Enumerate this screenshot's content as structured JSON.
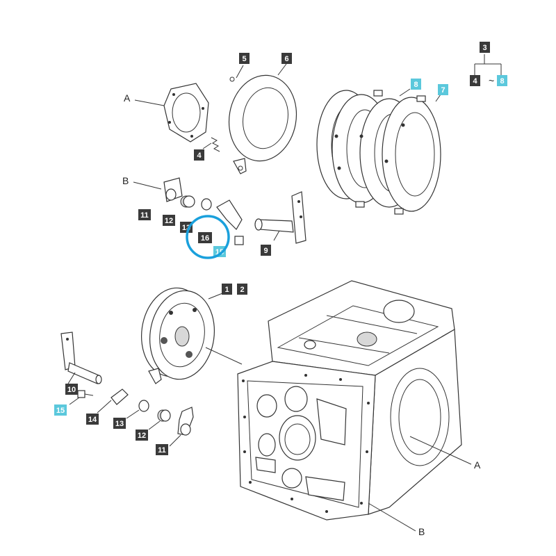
{
  "letters": {
    "a_top": "A",
    "b_top": "B",
    "a_bottom": "A",
    "b_bottom": "B",
    "tilde": "~"
  },
  "tags": {
    "t1": "1",
    "t2": "2",
    "t3": "3",
    "t4_legend": "4",
    "t8_legend": "8",
    "t5": "5",
    "t6": "6",
    "t8": "8",
    "t7": "7",
    "t4": "4",
    "t11_top": "11",
    "t12_top": "12",
    "t13_top": "13",
    "t16": "16",
    "t15_top": "15",
    "t9": "9",
    "t10": "10",
    "t15_bottom": "15",
    "t14": "14",
    "t13_bottom": "13",
    "t12_bottom": "12",
    "t11_bottom": "11"
  },
  "colors": {
    "dark_tag": "#3a3a3a",
    "cyan_tag": "#5bc8dc",
    "highlight_ring": "#1aa0dc",
    "line": "#333333"
  }
}
